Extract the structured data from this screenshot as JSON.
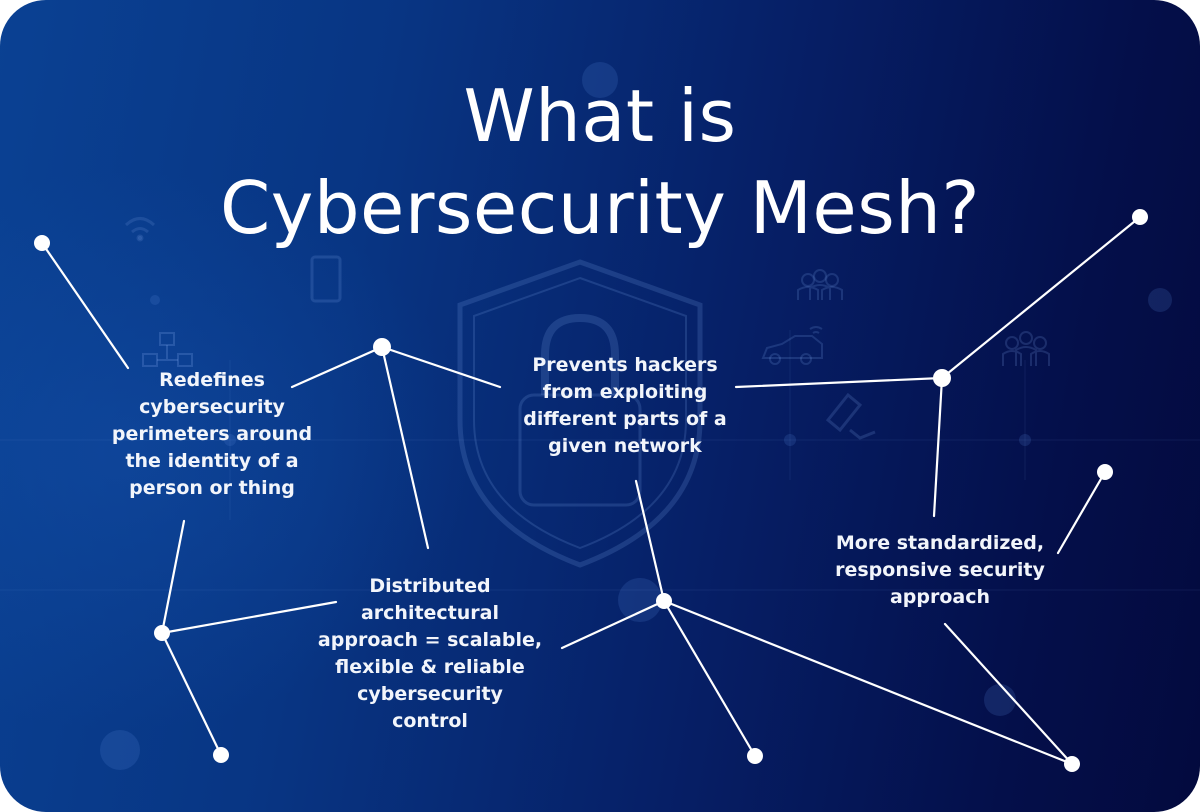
{
  "title": {
    "line1": "What is",
    "line2": "Cybersecurity Mesh?"
  },
  "colors": {
    "background_left": "#0a4193",
    "background_right": "#030a3e",
    "text": "#ffffff",
    "nodes": "#ffffff"
  },
  "labels": {
    "redefines": {
      "lines": [
        "Redefines",
        "cybersecurity",
        "perimeters around",
        "the identity of a",
        "person or thing"
      ]
    },
    "prevents": {
      "lines": [
        "Prevents hackers",
        "from exploiting",
        "different parts of a",
        "given network"
      ]
    },
    "distributed": {
      "lines": [
        "Distributed",
        "architectural",
        "approach = scalable,",
        "flexible & reliable",
        "cybersecurity",
        "control"
      ]
    },
    "standardized": {
      "lines": [
        "More standardized,",
        "responsive security",
        "approach"
      ]
    }
  },
  "background_icons": [
    "shield-lock-icon",
    "wifi-icon",
    "smartphone-icon",
    "network-hierarchy-icon",
    "people-group-icon",
    "connected-car-icon",
    "people-group-icon",
    "pen-icon"
  ]
}
